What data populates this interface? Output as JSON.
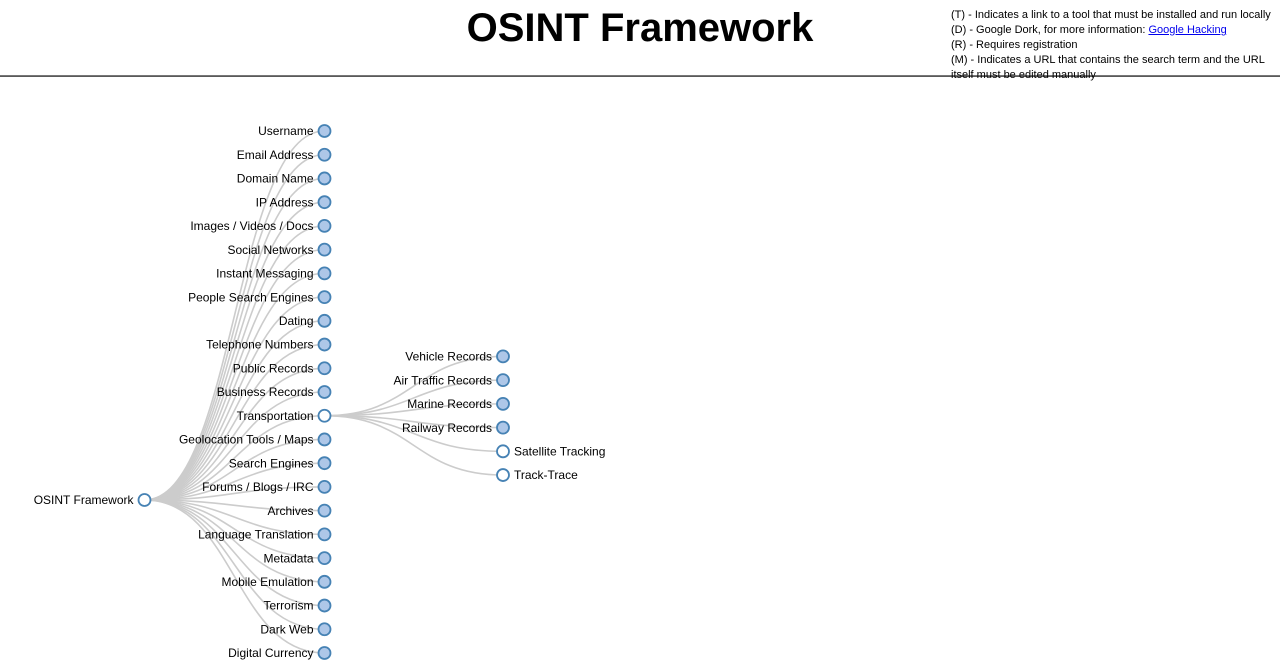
{
  "header": {
    "title": "OSINT Framework",
    "legend": {
      "items": [
        {
          "text": "(T) - Indicates a link to a tool that must be installed and run locally"
        },
        {
          "text": "(D) - Google Dork, for more information: ",
          "link_label": "Google Hacking"
        },
        {
          "text": "(R) - Requires registration"
        },
        {
          "text": "(M) - Indicates a URL that contains the search term and the URL itself must be edited manually"
        }
      ]
    }
  },
  "colors": {
    "node_stroke": "#4682b4",
    "node_collapsed_fill": "#aec7e8",
    "node_open_fill": "#ffffff",
    "link_stroke": "#cccccc",
    "label_color": "#000000",
    "legend_link_color": "#0000ee",
    "divider_color": "#777777"
  },
  "tree": {
    "label": "OSINT Framework",
    "state": "expanded",
    "children": [
      {
        "label": "Username",
        "state": "collapsed"
      },
      {
        "label": "Email Address",
        "state": "collapsed"
      },
      {
        "label": "Domain Name",
        "state": "collapsed"
      },
      {
        "label": "IP Address",
        "state": "collapsed"
      },
      {
        "label": "Images / Videos / Docs",
        "state": "collapsed"
      },
      {
        "label": "Social Networks",
        "state": "collapsed"
      },
      {
        "label": "Instant Messaging",
        "state": "collapsed"
      },
      {
        "label": "People Search Engines",
        "state": "collapsed"
      },
      {
        "label": "Dating",
        "state": "collapsed"
      },
      {
        "label": "Telephone Numbers",
        "state": "collapsed"
      },
      {
        "label": "Public Records",
        "state": "collapsed"
      },
      {
        "label": "Business Records",
        "state": "collapsed"
      },
      {
        "label": "Transportation",
        "state": "expanded",
        "children": [
          {
            "label": "Vehicle Records",
            "state": "collapsed"
          },
          {
            "label": "Air Traffic Records",
            "state": "collapsed"
          },
          {
            "label": "Marine Records",
            "state": "collapsed"
          },
          {
            "label": "Railway Records",
            "state": "collapsed"
          },
          {
            "label": "Satellite Tracking",
            "state": "leaf"
          },
          {
            "label": "Track-Trace",
            "state": "leaf"
          }
        ]
      },
      {
        "label": "Geolocation Tools / Maps",
        "state": "collapsed"
      },
      {
        "label": "Search Engines",
        "state": "collapsed"
      },
      {
        "label": "Forums / Blogs / IRC",
        "state": "collapsed"
      },
      {
        "label": "Archives",
        "state": "collapsed"
      },
      {
        "label": "Language Translation",
        "state": "collapsed"
      },
      {
        "label": "Metadata",
        "state": "collapsed"
      },
      {
        "label": "Mobile Emulation",
        "state": "collapsed"
      },
      {
        "label": "Terrorism",
        "state": "collapsed"
      },
      {
        "label": "Dark Web",
        "state": "collapsed"
      },
      {
        "label": "Digital Currency",
        "state": "collapsed"
      }
    ]
  }
}
